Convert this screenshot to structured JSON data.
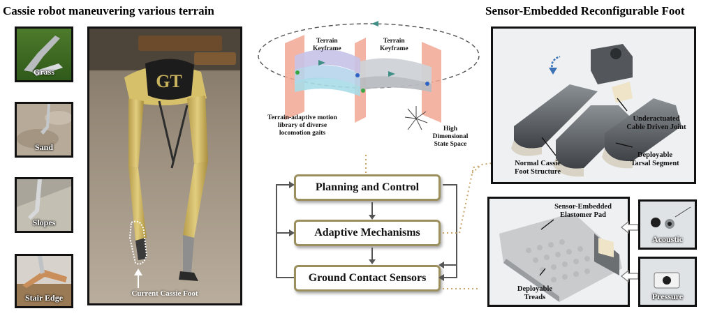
{
  "left": {
    "title": "Cassie robot maneuvering various terrain",
    "terrains": [
      {
        "label": "Grass"
      },
      {
        "label": "Sand"
      },
      {
        "label": "Slopes"
      },
      {
        "label": "Stair Edge"
      }
    ],
    "photo": {
      "logo_text": "GT",
      "foot_label": "Current Cassie Foot"
    }
  },
  "center": {
    "keyframe_label_left": "Terrain\nKeyframe",
    "keyframe_label_right": "Terrain\nKeyframe",
    "motion_caption": "Terrain-adaptive motion\nlibrary of diverse\nlocomotion gaits",
    "state_caption": "High\nDimensional\nState Space",
    "boxes": [
      {
        "label": "Planning and Control"
      },
      {
        "label": "Adaptive Mechanisms"
      },
      {
        "label": "Ground Contact Sensors"
      }
    ]
  },
  "right": {
    "title": "Sensor-Embedded Reconfigurable Foot",
    "foot_callouts": {
      "cable_joint": "Underactuated\nCable Driven Joint",
      "normal_foot": "Normal Cassie\nFoot Structure",
      "tarsal": "Deployable\nTarsal Segment"
    },
    "pad_callouts": {
      "elastomer": "Sensor-Embedded\nElastomer Pad",
      "treads": "Deployable\nTreads"
    },
    "sensors": [
      {
        "label": "Acoustic"
      },
      {
        "label": "Pressure"
      }
    ]
  },
  "colors": {
    "box_border": "#9c8f5e",
    "dotted_connector": "#c7a46a",
    "plane": "#f1a793"
  }
}
